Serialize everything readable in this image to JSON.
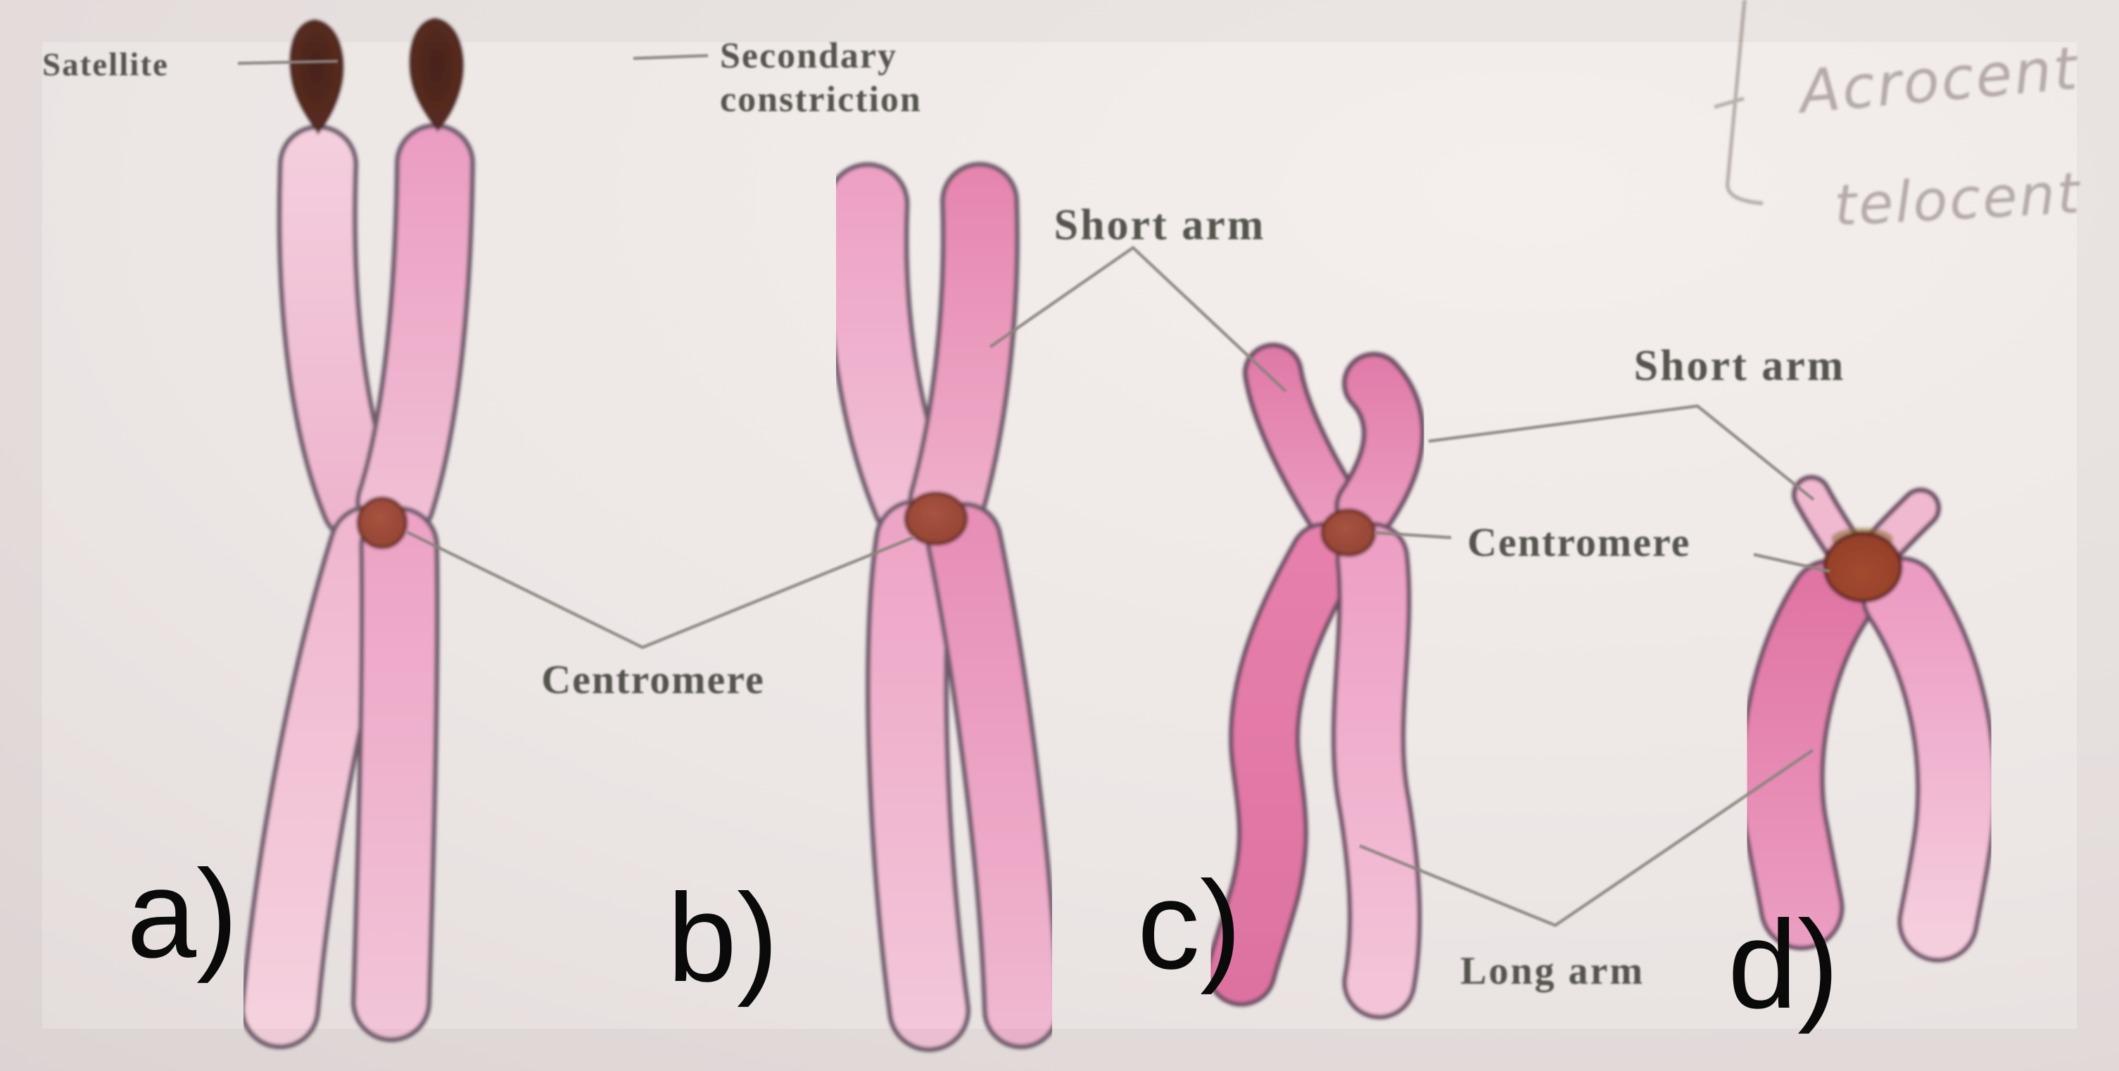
{
  "figure_labels": {
    "satellite": "Satellite",
    "secondary_constriction": [
      "Secondary",
      "constriction"
    ],
    "short_arm_left": "Short arm",
    "short_arm_right": "Short arm",
    "centromere_left": "Centromere",
    "centromere_right": "Centromere",
    "long_arm": "Long arm"
  },
  "panel_letters": {
    "a": "a)",
    "b": "b)",
    "c": "c)",
    "d": "d)"
  },
  "handwritten_notes": {
    "line1": "Acrocent",
    "line2": "telocent"
  },
  "colors": {
    "paper": "#ece6e5",
    "chromatid_pink_deep": "#e27ba9",
    "chromatid_pink_pale": "#f4cfde",
    "chromatid_outline": "#6e5b6c",
    "satellite_brown": "#532820",
    "centromere_red": "#9c4430",
    "label_text": "#55544e",
    "pointer_line": "#8a847e",
    "pencil_note": "#ab9f9b",
    "panel_letter": "#0a0a0a"
  }
}
